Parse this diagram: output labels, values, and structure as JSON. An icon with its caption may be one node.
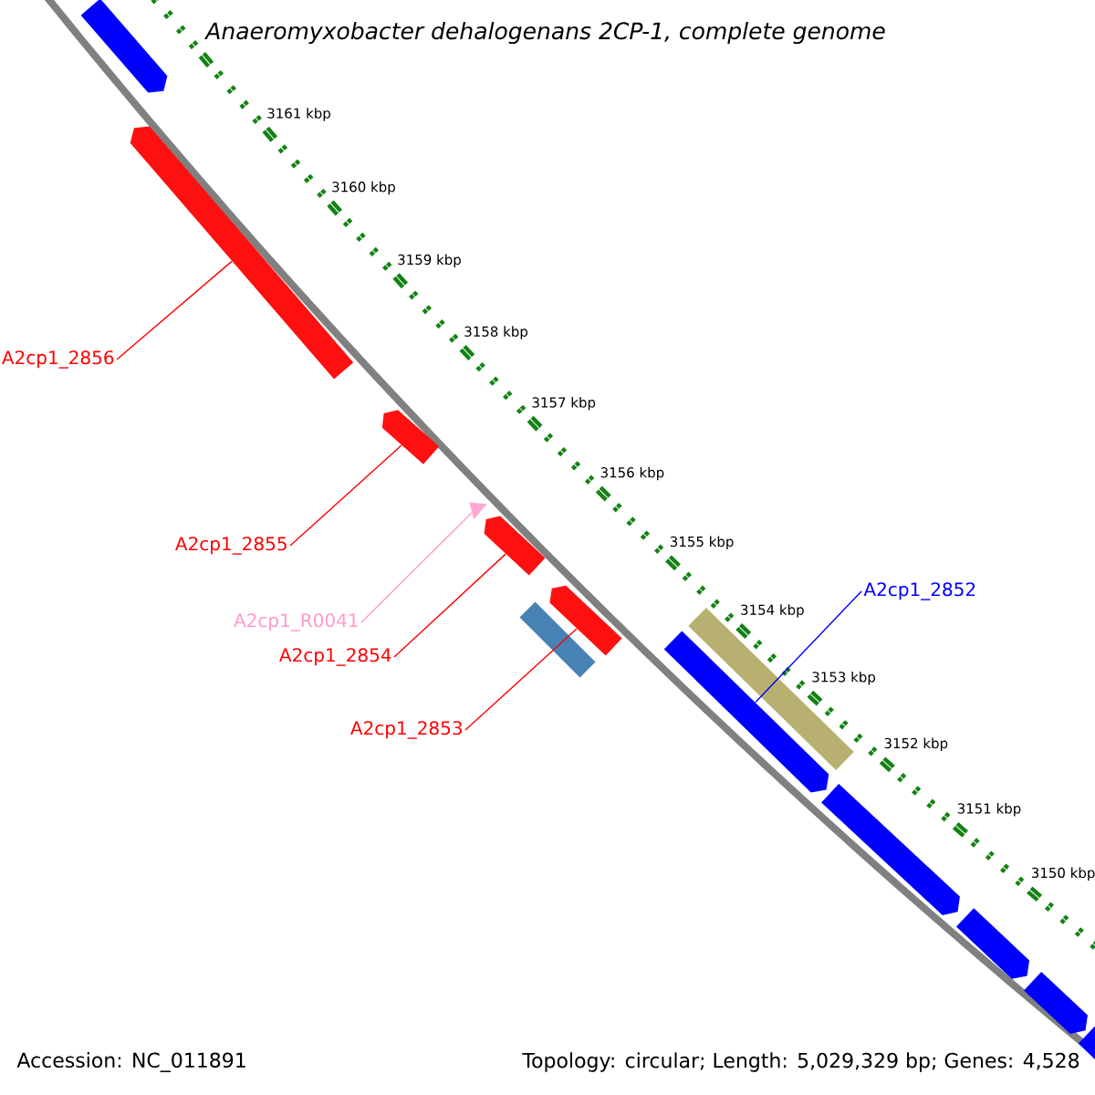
{
  "diagram": {
    "title": "Anaeromyxobacter dehalogenans 2CP-1, complete genome",
    "nodes": [
      {
        "text": [
          "A2cp1_2856"
        ]
      },
      {
        "text": [],
        "shape": "arrow"
      },
      {
        "text": [
          "A2cp1_2855"
        ]
      },
      {
        "text": [],
        "shape": "arrow"
      },
      {
        "text": [
          "A2cp1_R0041"
        ]
      },
      {
        "text": [],
        "shape": "triangle"
      },
      {
        "text": [
          "A2cp1_2854"
        ]
      },
      {
        "text": [],
        "shape": "arrow"
      },
      {
        "text": [
          "A2cp1_2853"
        ]
      },
      {
        "text": [],
        "shape": "arrow"
      },
      {
        "text": [
          "A2cp1_2852"
        ]
      },
      {
        "text": [],
        "shape": "arrow"
      },
      {
        "text": [],
        "shape": "arrow"
      },
      {
        "text": [],
        "shape": "box"
      },
      {
        "text": [],
        "shape": "box"
      },
      {
        "text": [],
        "shape": "arrow"
      },
      {
        "text": [],
        "shape": "arrow"
      },
      {
        "text": [],
        "shape": "arrow"
      },
      {
        "text": [],
        "shape": "arrow"
      }
    ],
    "edges": [
      {
        "from": 0,
        "to": 1,
        "arrow": "none"
      },
      {
        "from": 2,
        "to": 3,
        "arrow": "none"
      },
      {
        "from": 4,
        "to": 5,
        "arrow": "none",
        "color": "#ff99cc"
      },
      {
        "from": 6,
        "to": 7,
        "arrow": "none"
      },
      {
        "from": 8,
        "to": 9,
        "arrow": "none"
      },
      {
        "from": 10,
        "to": 11,
        "arrow": "none",
        "color": "#0000ff"
      }
    ],
    "labels": [
      "3161 kbp",
      "3160 kbp",
      "3159 kbp",
      "3158 kbp",
      "3157 kbp",
      "3156 kbp",
      "3155 kbp",
      "3154 kbp",
      "3153 kbp",
      "3152 kbp",
      "3151 kbp",
      "3150 kbp",
      "Accession: NC_011891",
      "Topology: circular; Length: 5,029,329 bp; Genes: 4,528"
    ]
  }
}
